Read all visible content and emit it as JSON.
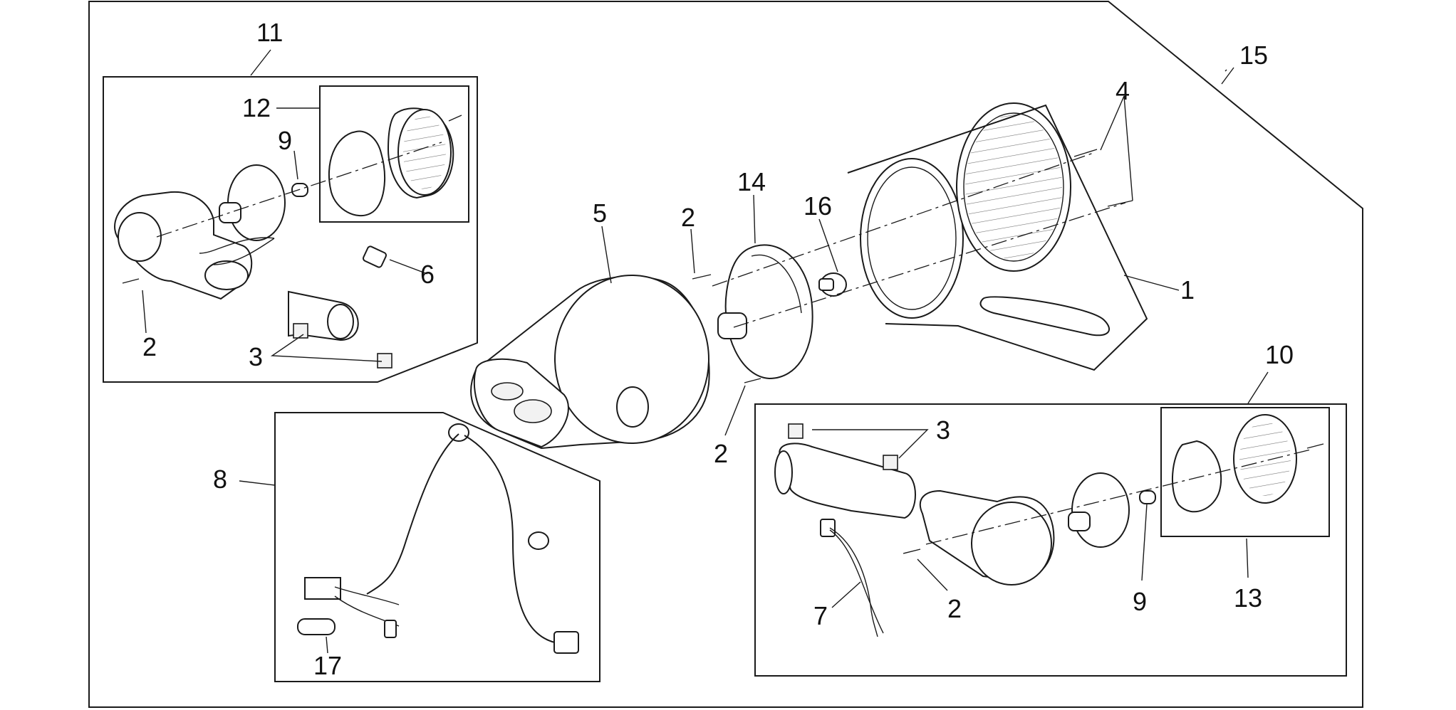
{
  "callouts": [
    {
      "id": "c1",
      "text": "1"
    },
    {
      "id": "c2a",
      "text": "2"
    },
    {
      "id": "c2b",
      "text": "2"
    },
    {
      "id": "c2c",
      "text": "2"
    },
    {
      "id": "c2d",
      "text": "2"
    },
    {
      "id": "c3a",
      "text": "3"
    },
    {
      "id": "c3b",
      "text": "3"
    },
    {
      "id": "c4",
      "text": "4"
    },
    {
      "id": "c5",
      "text": "5"
    },
    {
      "id": "c6",
      "text": "6"
    },
    {
      "id": "c7",
      "text": "7"
    },
    {
      "id": "c8",
      "text": "8"
    },
    {
      "id": "c9a",
      "text": "9"
    },
    {
      "id": "c9b",
      "text": "9"
    },
    {
      "id": "c10",
      "text": "10"
    },
    {
      "id": "c11",
      "text": "11"
    },
    {
      "id": "c12",
      "text": "12"
    },
    {
      "id": "c13",
      "text": "13"
    },
    {
      "id": "c14",
      "text": "14"
    },
    {
      "id": "c15",
      "text": "15"
    },
    {
      "id": "c16",
      "text": "16"
    },
    {
      "id": "c17",
      "text": "17"
    }
  ]
}
